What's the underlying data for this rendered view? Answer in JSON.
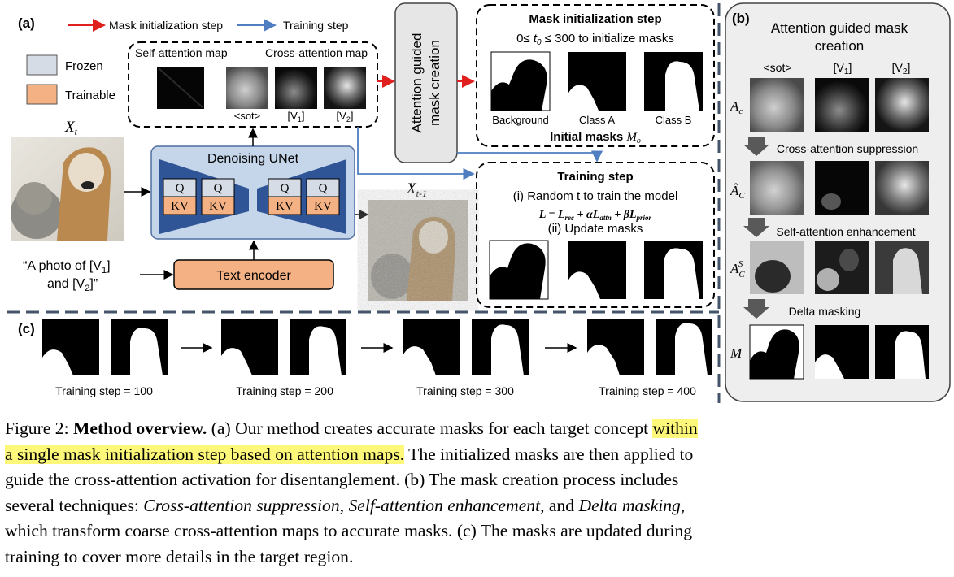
{
  "panel_a": {
    "label": "(a)",
    "legend": {
      "mask_init": "Mask initialization step",
      "training": "Training step",
      "frozen": "Frozen",
      "trainable": "Trainable",
      "mask_init_color": "#e0201f",
      "training_color": "#4f7fc0",
      "frozen_color": "#d6dce5",
      "trainable_color": "#f4b183"
    },
    "attention_maps": {
      "self_label": "Self-attention map",
      "cross_label": "Cross-attention map",
      "token_sot": "<sot>",
      "token_v1": "[V",
      "token_v2": "[V",
      "sub1": "1",
      "sub2": "2",
      "close": "]"
    },
    "xt": "X",
    "xt_sub": "t",
    "xt1_sub": "t-1",
    "unet": {
      "title": "Denoising UNet",
      "q": "Q",
      "kv": "KV",
      "color": "#c5d5ea"
    },
    "prompt_line1": "“A photo of [V",
    "prompt_line1_end": "]",
    "prompt_line2_a": "and [V",
    "prompt_line2_b": "]”",
    "text_encoder": "Text encoder",
    "creation_box": {
      "line1": "Attention guided",
      "line2": "mask creation"
    },
    "mask_init_box": {
      "title": "Mask initialization step",
      "range_pre": "0≤ ",
      "range_var": "t",
      "range_sub": "0",
      "range_post": " ≤ 300 to initialize masks",
      "labels": [
        "Background",
        "Class A",
        "Class B"
      ],
      "caption": "Initial masks",
      "caption_var": "M",
      "caption_sub": "o"
    },
    "training_box": {
      "title": "Training step",
      "line1": "(i) Random t to train the model",
      "loss_L": "L",
      "loss_eq": " = ",
      "loss_rec": "L",
      "loss_rec_sub": "rec",
      "loss_plus1": " + α",
      "loss_attn": "L",
      "loss_attn_sub": "attn",
      "loss_plus2": " + β",
      "loss_prior": "L",
      "loss_prior_sub": "prior",
      "line2": "(ii) Update masks"
    }
  },
  "panel_b": {
    "label": "(b)",
    "title_line1": "Attention guided mask",
    "title_line2": "creation",
    "cols": [
      "<sot>",
      "[V",
      "[V"
    ],
    "col_subs": [
      "",
      "1",
      "2"
    ],
    "rows": [
      {
        "var": "A",
        "sub": "c",
        "sup": ""
      },
      {
        "var": "Â",
        "sub": "C",
        "sup": ""
      },
      {
        "var": "A",
        "sub": "C",
        "sup": "S"
      },
      {
        "var": "M",
        "sub": "",
        "sup": ""
      }
    ],
    "steps": [
      "Cross-attention suppression",
      "Self-attention enhancement",
      "Delta masking"
    ],
    "bg_color": "#eeeeee"
  },
  "panel_c": {
    "label": "(c)",
    "steps": [
      "Training step = 100",
      "Training step = 200",
      "Training step = 300",
      "Training step = 400"
    ]
  },
  "caption": {
    "fig": "Figure 2: ",
    "bold": "Method overview.",
    "l1_a": " (a) Our method creates accurate masks for each target concept ",
    "hl1": "within",
    "hl2": "a single mask initialization step based on attention maps.",
    "l2_b": " The initialized masks are then applied to",
    "l3": "guide the cross-attention activation for disentanglement. (b) The mask creation process includes",
    "l4_a": "several techniques: ",
    "l4_i1": "Cross-attention suppression",
    "l4_c1": ", ",
    "l4_i2": "Self-attention enhancement",
    "l4_c2": ", and ",
    "l4_i3": "Delta masking",
    "l4_c3": ",",
    "l5": "which transform coarse cross-attention maps to accurate masks. (c) The masks are updated during",
    "l6": "training to cover more details in the target region."
  }
}
